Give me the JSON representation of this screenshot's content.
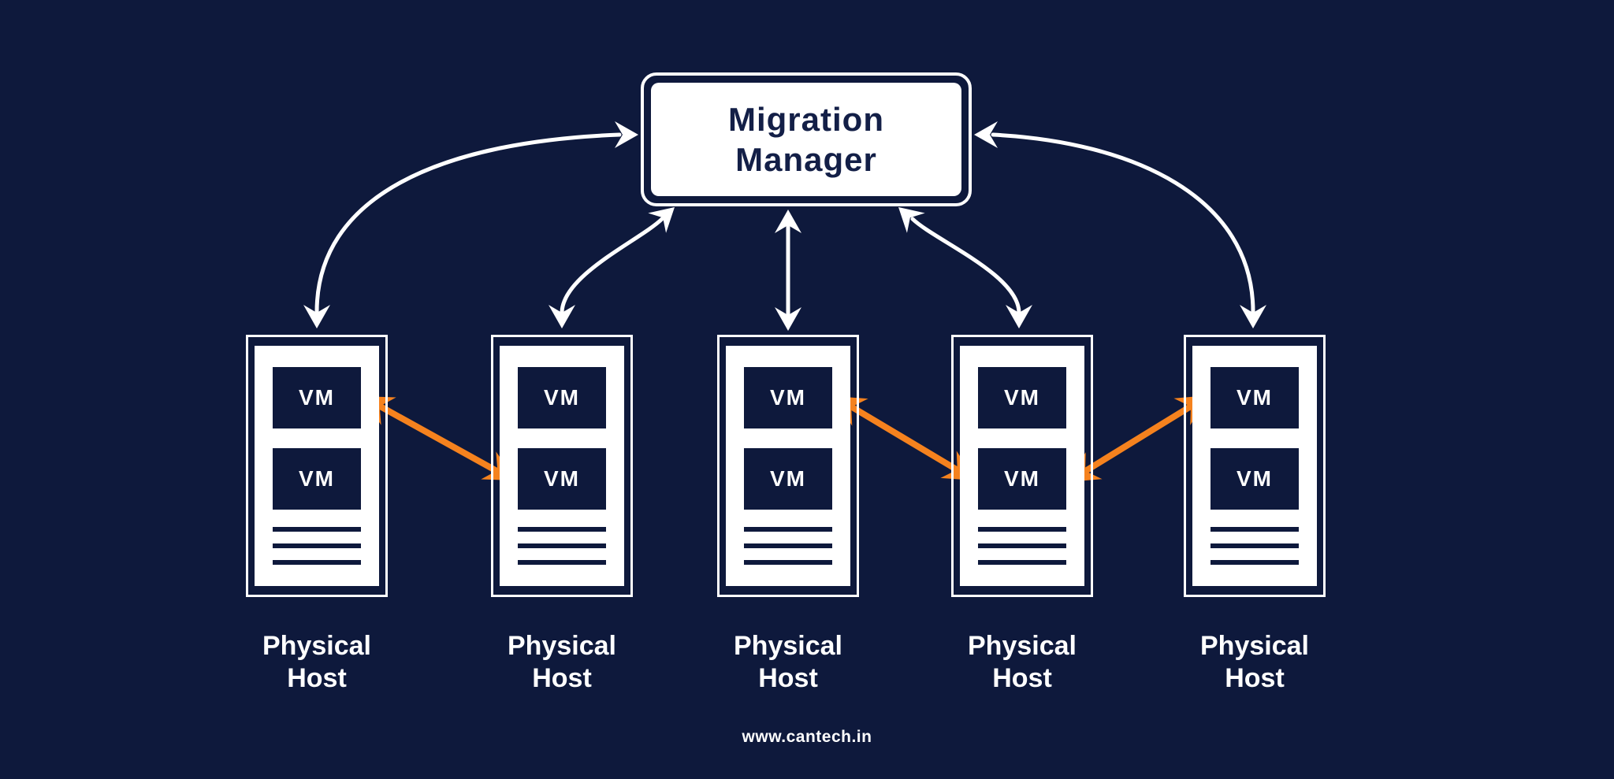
{
  "palette": {
    "background": "#0E193C",
    "ink": "#131F47",
    "orange": "#F5821E",
    "white": "#FFFFFF"
  },
  "manager": {
    "label": "Migration Manager"
  },
  "hosts": [
    {
      "label": "Physical Host",
      "vms": [
        "VM",
        "VM"
      ]
    },
    {
      "label": "Physical Host",
      "vms": [
        "VM",
        "VM"
      ]
    },
    {
      "label": "Physical Host",
      "vms": [
        "VM",
        "VM"
      ]
    },
    {
      "label": "Physical Host",
      "vms": [
        "VM",
        "VM"
      ]
    },
    {
      "label": "Physical Host",
      "vms": [
        "VM",
        "VM"
      ]
    }
  ],
  "relationships": {
    "manager_links": [
      "host-1",
      "host-2",
      "host-3",
      "host-4",
      "host-5"
    ],
    "vm_migrations": [
      {
        "from": "host-1-vm-1",
        "to": "host-2-vm-2"
      },
      {
        "from": "host-3-vm-1",
        "to": "host-4-vm-2"
      },
      {
        "from": "host-5-vm-1",
        "to": "host-4-vm-2"
      }
    ]
  },
  "footer": {
    "website": "www.cantech.in"
  }
}
